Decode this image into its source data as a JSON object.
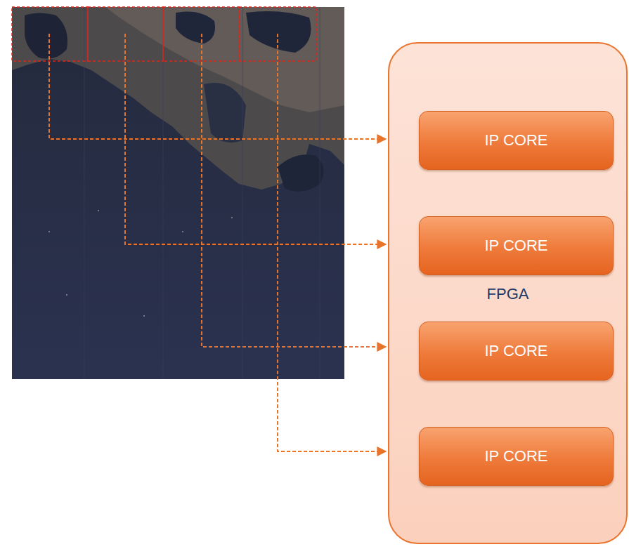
{
  "diagram": {
    "nodes": [
      {
        "text": [
          "FPGA"
        ]
      },
      {
        "text": [
          "IP CORE"
        ],
        "in": 0
      },
      {
        "text": [
          "IP CORE"
        ],
        "in": 0
      },
      {
        "text": [
          "IP CORE"
        ],
        "in": 0
      },
      {
        "text": [
          "IP CORE"
        ],
        "in": 0
      }
    ]
  }
}
